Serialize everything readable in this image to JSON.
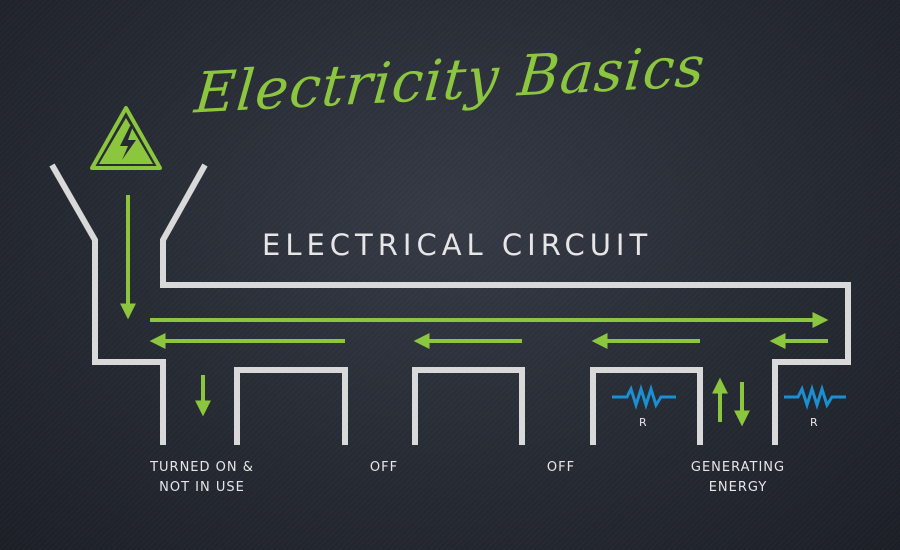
{
  "title": "Electricity Basics",
  "circuit_label": "ELECTRICAL CIRCUIT",
  "captions": {
    "slot1": "TURNED ON &\nNOT IN USE",
    "slot2": "OFF",
    "slot3": "OFF",
    "slot4": "GENERATING\nENERGY"
  },
  "resistor_labels": [
    "R",
    "R"
  ],
  "colors": {
    "accent_green": "#8cc63f",
    "wire": "#d9d9d9",
    "resistor_blue": "#1b8fd1",
    "background": "#262a33"
  },
  "icons": {
    "warning": "high-voltage-warning-icon"
  }
}
